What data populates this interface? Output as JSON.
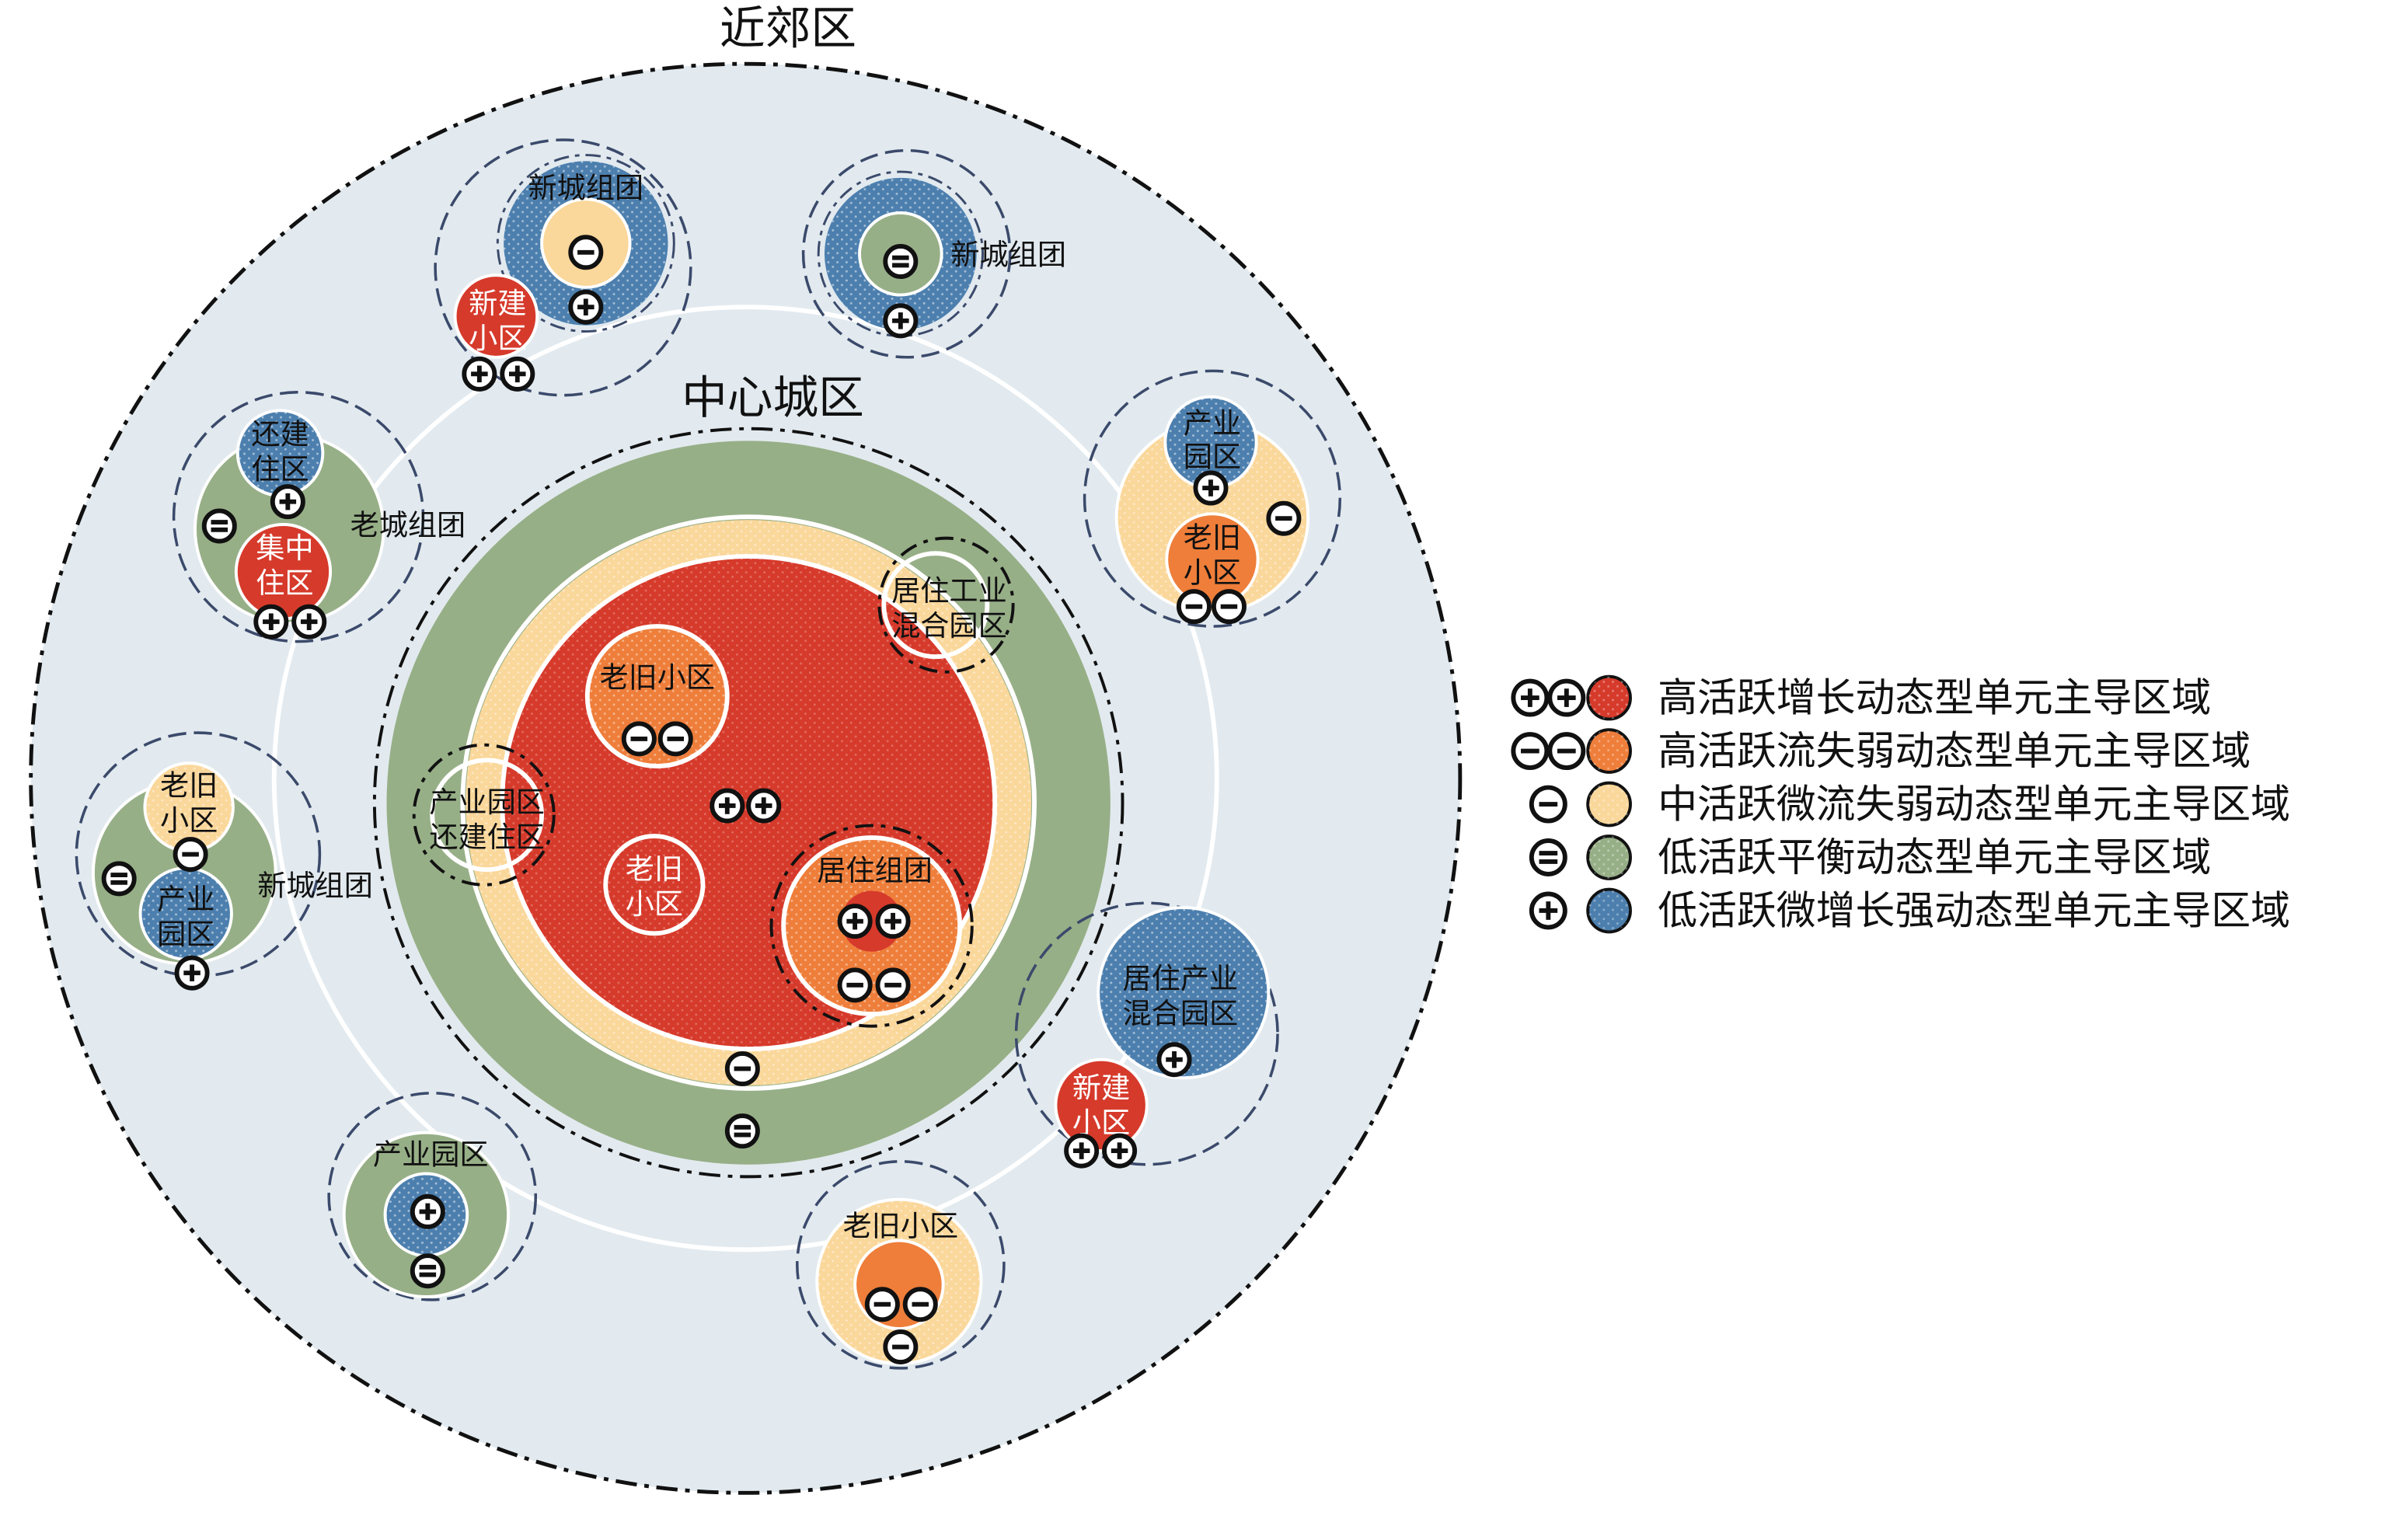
{
  "colors": {
    "high_growth": "#D63A2B",
    "high_loss": "#EE7E3A",
    "mid_loss": "#FAD79A",
    "low_balance": "#97AF87",
    "low_growth": "#4C7FAE",
    "suburb_bg": "#E2EAEF",
    "dash_ring": "#3B4A6B"
  },
  "symbols": {
    "plus": "circled-plus",
    "minus": "circled-minus",
    "equal": "circled-equal"
  },
  "zones": {
    "suburb": "近郊区",
    "center": "中心城区"
  },
  "center": {
    "old_community": "老旧小区",
    "old_community_2_l1": "老旧",
    "old_community_2_l2": "小区",
    "residential_group": "居住组团",
    "mixed_park_l1": "居住工业",
    "mixed_park_l2": "混合园区",
    "industrial_park": "产业园区",
    "resettlement": "还建住区"
  },
  "clusters": {
    "new_city_top_left": {
      "title": "新城组团",
      "inner_l1": "新建",
      "inner_l2": "小区"
    },
    "new_city_top": {
      "title": "新城组团"
    },
    "old_city": {
      "title": "老城组团",
      "top_l1": "还建",
      "top_l2": "住区",
      "bottom_l1": "集中",
      "bottom_l2": "住区"
    },
    "industrial_right": {
      "top_l1": "产业",
      "top_l2": "园区",
      "bottom_l1": "老旧",
      "bottom_l2": "小区"
    },
    "new_city_left": {
      "title": "新城组团",
      "top_l1": "老旧",
      "top_l2": "小区",
      "bottom_l1": "产业",
      "bottom_l2": "园区"
    },
    "mixed_right": {
      "top_l1": "居住产业",
      "top_l2": "混合园区",
      "bottom_l1": "新建",
      "bottom_l2": "小区"
    },
    "industrial_bottom_left": {
      "title": "产业园区"
    },
    "old_bottom": {
      "title": "老旧小区"
    }
  },
  "legend": [
    {
      "symbol": "plus",
      "count": 2,
      "color_key": "high_growth",
      "label": "高活跃增长动态型单元主导区域"
    },
    {
      "symbol": "minus",
      "count": 2,
      "color_key": "high_loss",
      "label": "高活跃流失弱动态型单元主导区域"
    },
    {
      "symbol": "minus",
      "count": 1,
      "color_key": "mid_loss",
      "label": "中活跃微流失弱动态型单元主导区域"
    },
    {
      "symbol": "equal",
      "count": 1,
      "color_key": "low_balance",
      "label": "低活跃平衡动态型单元主导区域"
    },
    {
      "symbol": "plus",
      "count": 1,
      "color_key": "low_growth",
      "label": "低活跃微增长强动态型单元主导区域"
    }
  ]
}
